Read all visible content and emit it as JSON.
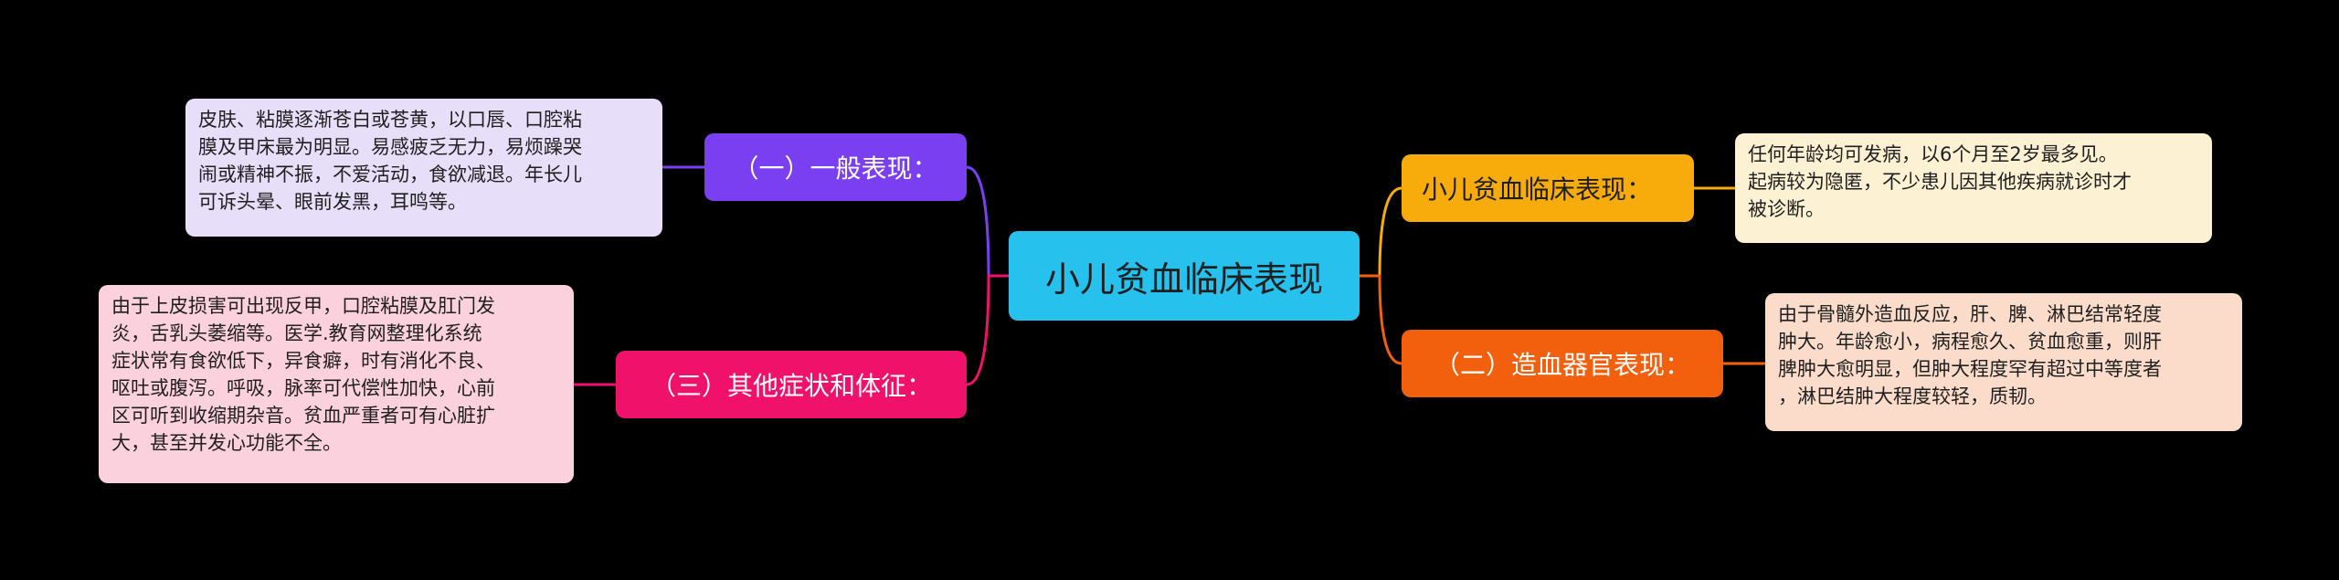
{
  "colors": {
    "background": "#000000",
    "root": "#27c1ee",
    "branch_general": "#7b3ff2",
    "branch_other": "#f0116a",
    "branch_clinical": "#f7ac0b",
    "branch_hematopoietic": "#f2600d",
    "leaf_general": "#e7def9",
    "leaf_other": "#fbd1de",
    "leaf_clinical": "#fcf1d3",
    "leaf_hematopoietic": "#fbdcca"
  },
  "root": {
    "label": "小儿贫血临床表现"
  },
  "branches": {
    "general": {
      "label": "（一）一般表现：",
      "detail": "皮肤、粘膜逐渐苍白或苍黄，以口唇、口腔粘\n膜及甲床最为明显。易感疲乏无力，易烦躁哭\n闹或精神不振，不爱活动，食欲减退。年长儿\n可诉头晕、眼前发黑，耳鸣等。"
    },
    "other": {
      "label": "（三）其他症状和体征：",
      "detail": "由于上皮损害可出现反甲，口腔粘膜及肛门发\n炎，舌乳头萎缩等。医学.教育网整理化系统\n症状常有食欲低下，异食癖，时有消化不良、\n呕吐或腹泻。呼吸，脉率可代偿性加快，心前\n区可听到收缩期杂音。贫血严重者可有心脏扩\n大，甚至并发心功能不全。"
    },
    "clinical": {
      "label": "小儿贫血临床表现：",
      "detail": "任何年龄均可发病，以6个月至2岁最多见。\n起病较为隐匿，不少患儿因其他疾病就诊时才\n被诊断。"
    },
    "hematopoietic": {
      "label": "（二）造血器官表现：",
      "detail": "由于骨髓外造血反应，肝、脾、淋巴结常轻度\n肿大。年龄愈小，病程愈久、贫血愈重，则肝\n脾肿大愈明显，但肿大程度罕有超过中等度者\n，淋巴结肿大程度较轻，质韧。"
    }
  }
}
